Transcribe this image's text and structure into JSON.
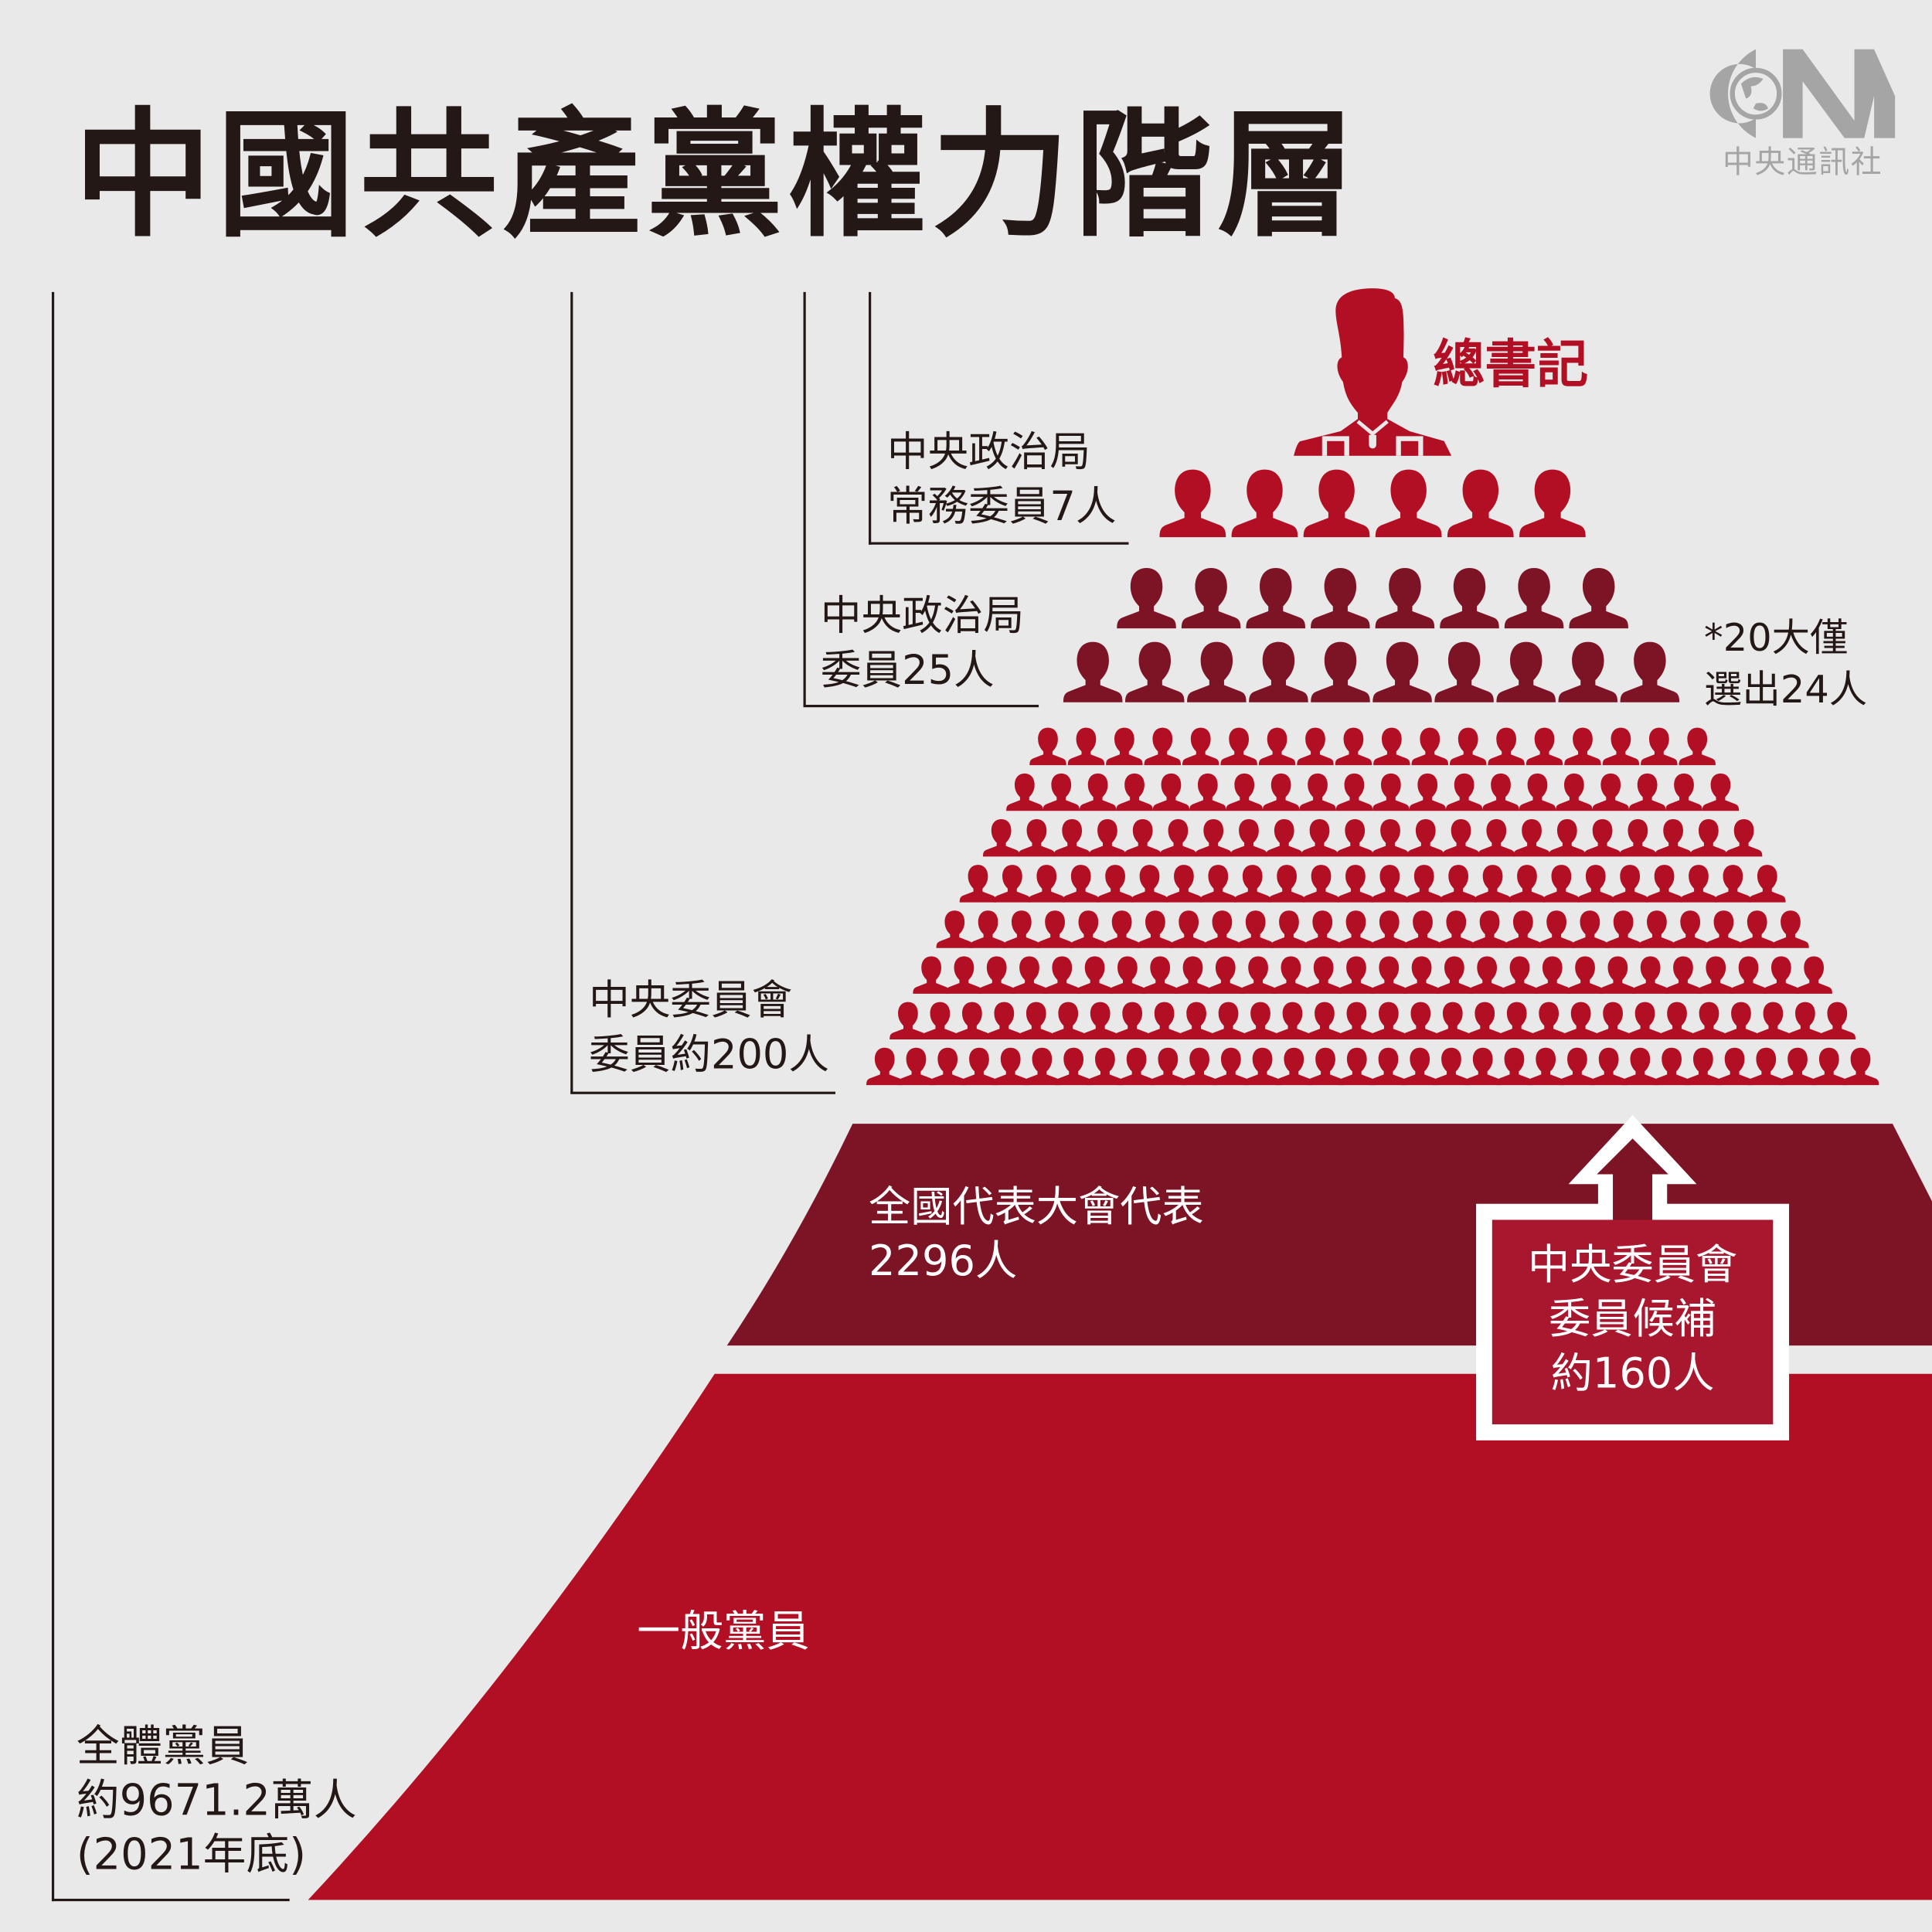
{
  "title": "中國共產黨權力階層",
  "logo": {
    "brand": "CNA",
    "name": "中央通訊社"
  },
  "colors": {
    "red": "#b20f24",
    "dark_red": "#7c1426",
    "candidate_box": "#a8172e",
    "background": "#e9e9e9"
  },
  "tiers": {
    "general_secretary": {
      "label": "總書記",
      "count": 1
    },
    "standing_committee": {
      "line1": "中央政治局",
      "line2": "常務委員7人"
    },
    "politburo": {
      "line1": "中央政治局",
      "line2": "委員25人",
      "note_line1": "*20大僅",
      "note_line2": "選出24人"
    },
    "central_committee": {
      "line1": "中央委員會",
      "line2": "委員約200人"
    },
    "congress": {
      "line1": "全國代表大會代表",
      "line2": "2296人"
    },
    "alternates": {
      "line1": "中央委員會",
      "line2": "委員候補",
      "line3": "約160人"
    },
    "ordinary": {
      "label": "一般黨員"
    },
    "all_members": {
      "line1": "全體黨員",
      "line2": "約9671.2萬人",
      "line3": "(2021年底)"
    }
  },
  "icon_rows": [
    {
      "group": "standing",
      "count": 6,
      "color": "#b20f24"
    },
    {
      "group": "politburo",
      "count": 8,
      "color": "#7c1426"
    },
    {
      "group": "politburo",
      "count": 10,
      "color": "#7c1426"
    },
    {
      "group": "central",
      "count": 18,
      "color": "#b20f24"
    },
    {
      "group": "central",
      "count": 20,
      "color": "#b20f24"
    },
    {
      "group": "central",
      "count": 22,
      "color": "#b20f24"
    },
    {
      "group": "central",
      "count": 24,
      "color": "#b20f24"
    },
    {
      "group": "central",
      "count": 26,
      "color": "#b20f24"
    },
    {
      "group": "central",
      "count": 28,
      "color": "#b20f24"
    },
    {
      "group": "central",
      "count": 30,
      "color": "#b20f24"
    },
    {
      "group": "central",
      "count": 32,
      "color": "#b20f24"
    }
  ]
}
